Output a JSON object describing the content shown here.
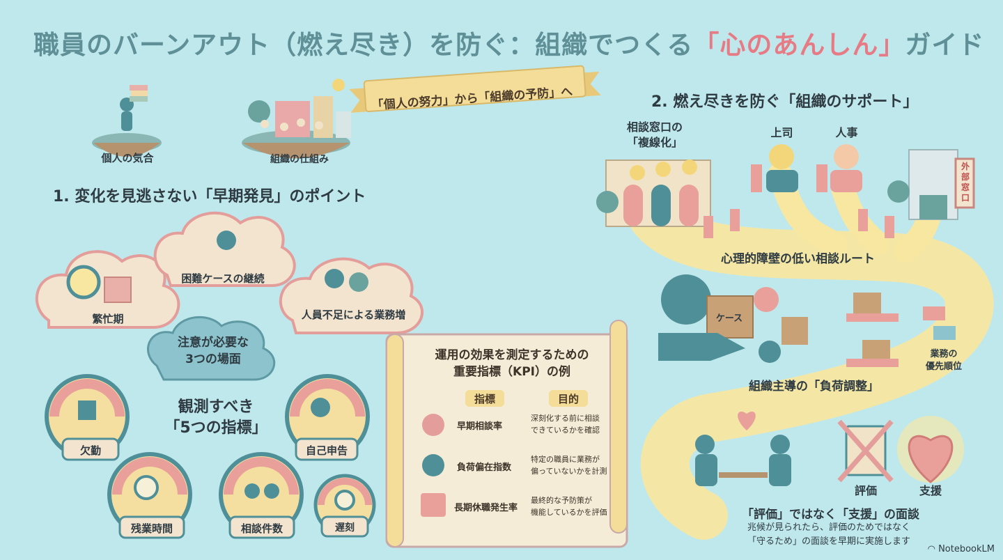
{
  "title": {
    "prefix": "職員のバーンアウト（燃え尽き）を防ぐ：組織でつくる",
    "highlight": "「心のあんしん」",
    "suffix": "ガイド"
  },
  "intro": {
    "ribbon": "「個人の努力」から「組織の予防」へ",
    "individual_label": "個人の気合",
    "organization_label": "組織の仕組み"
  },
  "section1": {
    "title": "1. 変化を見逃さない「早期発見」のポイント",
    "clouds": [
      {
        "label": "繁忙期"
      },
      {
        "label": "困難ケースの継続"
      },
      {
        "label": "人員不足による業務増"
      }
    ],
    "center_cloud": [
      "注意が必要な",
      "3つの場面"
    ],
    "metrics_title": [
      "観測すべき",
      "「5つの指標」"
    ],
    "gauges": [
      {
        "label": "欠勤",
        "level": 0.55
      },
      {
        "label": "自己申告",
        "level": 0.6
      },
      {
        "label": "残業時間",
        "level": 0.7
      },
      {
        "label": "相談件数",
        "level": 0.5
      },
      {
        "label": "遅刻",
        "level": 0.45
      }
    ]
  },
  "kpi": {
    "title": [
      "運用の効果を測定するための",
      "重要指標（KPI）の例"
    ],
    "col_indicator": "指標",
    "col_purpose": "目的",
    "rows": [
      {
        "indicator": "早期相談率",
        "purpose": [
          "深刻化する前に相談",
          "できているかを確認"
        ]
      },
      {
        "indicator": "負荷偏在指数",
        "purpose": [
          "特定の職員に業務が",
          "偏っていないかを計測"
        ]
      },
      {
        "indicator": "長期休職発生率",
        "purpose": [
          "最終的な予防策が",
          "機能しているかを評価"
        ]
      }
    ]
  },
  "section2": {
    "title": "2. 燃え尽きを防ぐ「組織のサポート」",
    "window_label": [
      "相談窓口の",
      "「複線化」"
    ],
    "boss_label": "上司",
    "hr_label": "人事",
    "external_label": [
      "外",
      "部",
      "窓",
      "口"
    ],
    "route_label": "心理的障壁の低い相談ルート",
    "case_label": "ケース",
    "priority_label": [
      "業務の",
      "優先順位"
    ],
    "load_label": "組織主導の「負荷調整」",
    "eval_label": "評価",
    "support_label": "支援",
    "interview_title": "「評価」ではなく「支援」の面談",
    "interview_note": [
      "兆候が見られたら、評価のためではなく",
      "「守るため」の面談を早期に実施します"
    ]
  },
  "brand": "NotebookLM",
  "colors": {
    "background": "#bfe8ec",
    "title": "#5f8f97",
    "accent": "#e77b85",
    "path": "#f7e7a1",
    "teal": "#4f8f98"
  }
}
